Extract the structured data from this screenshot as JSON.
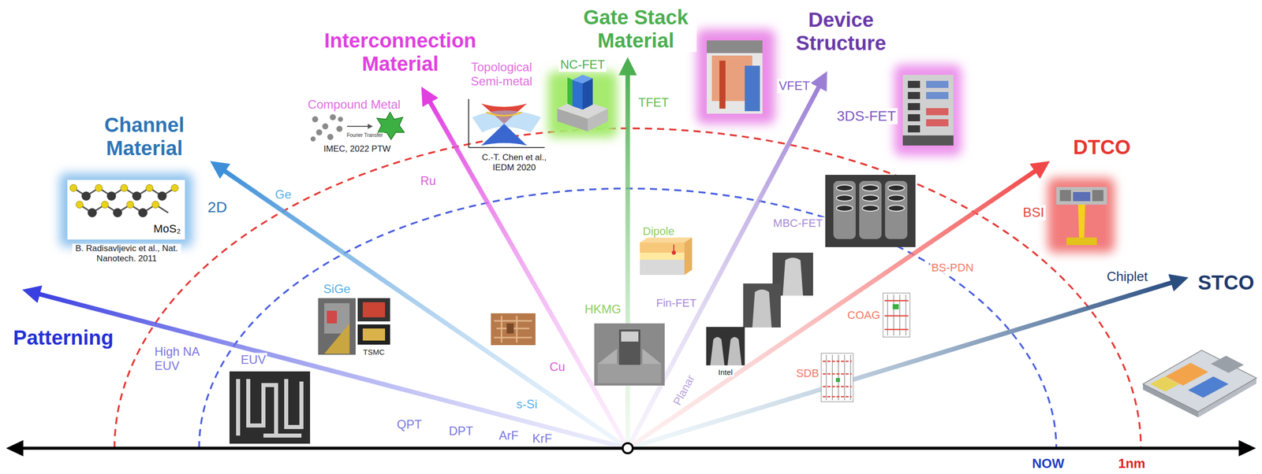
{
  "diagram": {
    "labels": [
      "Patterning",
      "High NA EUV",
      "EUV",
      "QPT",
      "DPT",
      "ArF",
      "KrF",
      "Channel Material",
      "MoS₂",
      "B. Radisavljevic et al., Nat. Nanotech. 2011",
      "2D",
      "Ge",
      "SiGe",
      "TSMC",
      "s-Si",
      "Interconnection Material",
      "Compound Metal",
      "Fourier Transfer",
      "IMEC, 2022 PTW",
      "Topological Semi-metal",
      "C.-T. Chen et al., IEDM 2020",
      "Ru",
      "Cu",
      "Gate Stack Material",
      "NC-FET",
      "TFET",
      "Dipole",
      "HKMG",
      "Device Structure",
      "VFET",
      "3DS-FET",
      "MBC-FET",
      "Fin-FET",
      "Intel",
      "Planar",
      "DTCO",
      "BSI",
      "BS-PDN",
      "COAG",
      "SDB",
      "STCO",
      "Chiplet",
      "NOW",
      "1nm"
    ]
  }
}
